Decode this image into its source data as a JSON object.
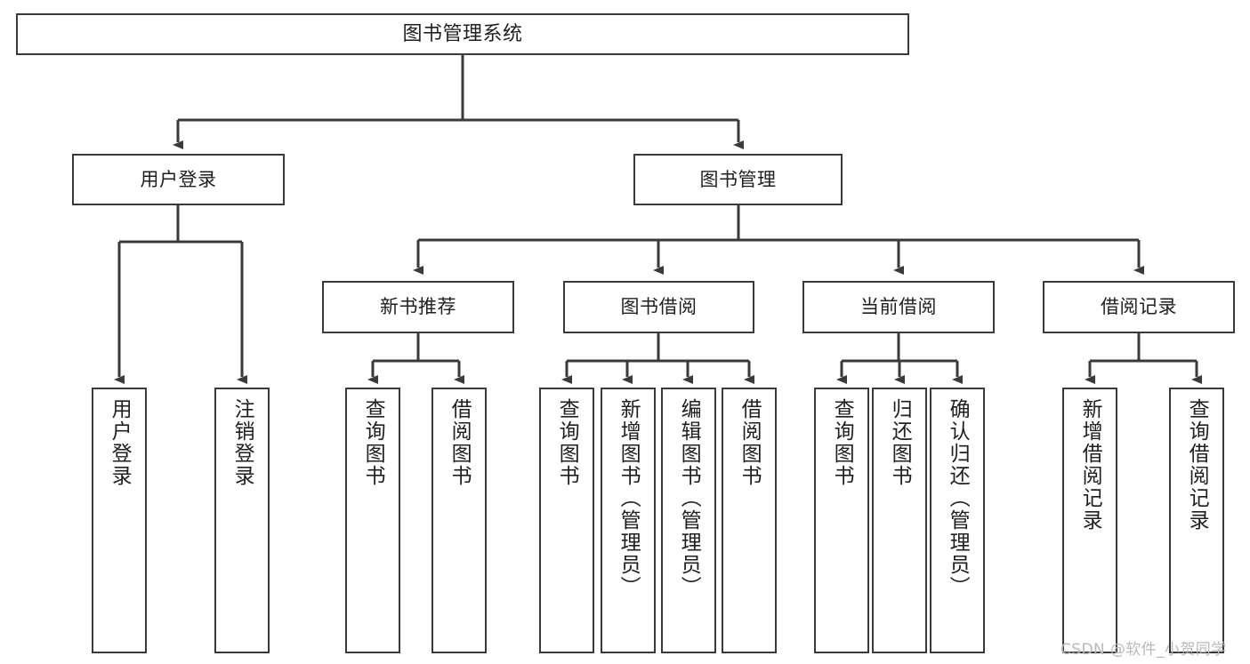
{
  "diagram": {
    "type": "tree",
    "title": "图书管理系统",
    "watermark": "CSDN @软件_小贺同学",
    "style": {
      "background": "#ffffff",
      "box_border": "#3a3a3a",
      "box_fill": "#ffffff",
      "text_color": "#1f1f1f",
      "connector_color": "#3a3a3a",
      "watermark_color": "#b9b9b9"
    },
    "root": {
      "label": "图书管理系统"
    },
    "level1": [
      {
        "label": "用户登录"
      },
      {
        "label": "图书管理"
      }
    ],
    "level2": [
      {
        "label": "新书推荐"
      },
      {
        "label": "图书借阅"
      },
      {
        "label": "当前借阅"
      },
      {
        "label": "借阅记录"
      }
    ],
    "leaves": {
      "user_login": [
        {
          "label": "用户登录"
        },
        {
          "label": "注销登录"
        }
      ],
      "new_book_recommend": [
        {
          "label": "查询图书"
        },
        {
          "label": "借阅图书"
        }
      ],
      "book_borrow": [
        {
          "label": "查询图书"
        },
        {
          "label": "新增图书（管理员）"
        },
        {
          "label": "编辑图书（管理员）"
        },
        {
          "label": "借阅图书"
        }
      ],
      "current_borrow": [
        {
          "label": "查询图书"
        },
        {
          "label": "归还图书"
        },
        {
          "label": "确认归还（管理员）"
        }
      ],
      "borrow_record": [
        {
          "label": "新增借阅记录"
        },
        {
          "label": "查询借阅记录"
        }
      ]
    }
  }
}
